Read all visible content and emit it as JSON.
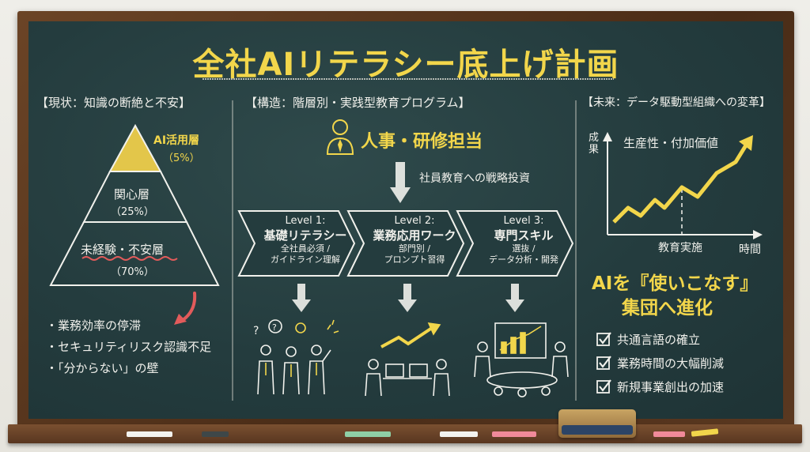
{
  "title": "全社AIリテラシー底上げ計画",
  "left": {
    "heading": "【現状：知識の断絶と不安】",
    "pyramid": [
      {
        "label": "AI活用層",
        "pct": "（5%）"
      },
      {
        "label": "関心層",
        "pct": "（25%）"
      },
      {
        "label": "未経験・不安層",
        "pct": "（70%）"
      }
    ],
    "bullets": [
      "・業務効率の停滞",
      "・セキュリティリスク認識不足",
      "・「分からない」の壁"
    ]
  },
  "middle": {
    "heading": "【構造：階層別・実践型教育プログラム】",
    "owner": "人事・研修担当",
    "investment": "社員教育への戦略投資",
    "levels": [
      {
        "level": "Level 1:",
        "name": "基礎リテラシー",
        "sub1": "全社員必須 /",
        "sub2": "ガイドライン理解"
      },
      {
        "level": "Level 2:",
        "name": "業務応用ワーク",
        "sub1": "部門別 /",
        "sub2": "プロンプト習得"
      },
      {
        "level": "Level 3:",
        "name": "専門スキル",
        "sub1": "選抜 /",
        "sub2": "データ分析・開発"
      }
    ]
  },
  "right": {
    "heading": "【未来：データ駆動型組織への変革】",
    "chart": {
      "ylabel": "成果",
      "xlabel": "時間",
      "line_label": "生産性・付加価値",
      "marker_label": "教育実施"
    },
    "slogan1": "AIを『使いこなす』",
    "slogan2": "集団へ進化",
    "checks": [
      "共通言語の確立",
      "業務時間の大幅削減",
      "新規事業創出の加速"
    ]
  },
  "colors": {
    "chalk_yellow": "#f2d64b",
    "chalk_white": "#f1f1ec",
    "chalk_red": "#e25b5b",
    "board": "#243c3e"
  }
}
